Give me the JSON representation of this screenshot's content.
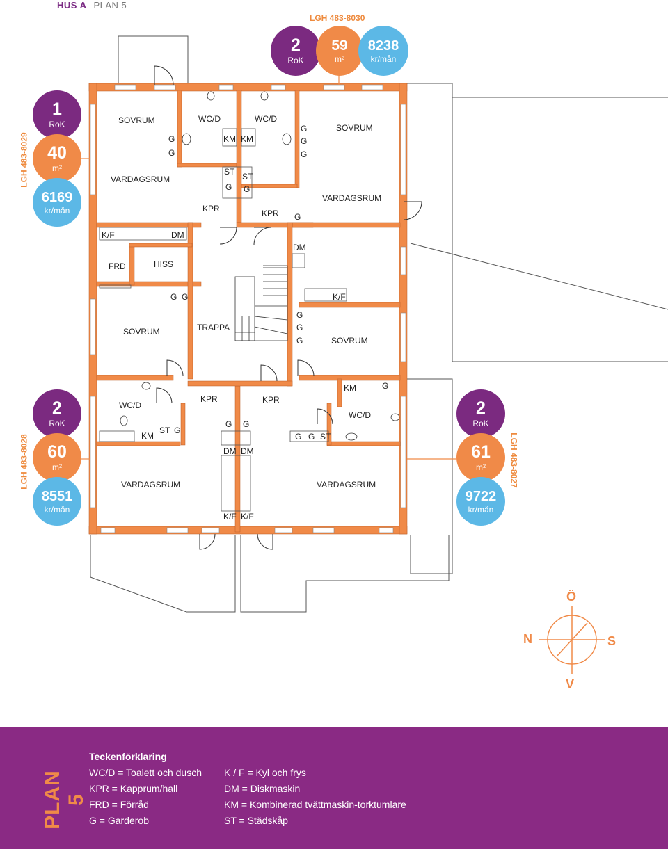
{
  "header": {
    "house": "HUS A",
    "plan": "PLAN 5"
  },
  "apartments": [
    {
      "id": "LGH 483-8030",
      "rooms": "2",
      "rok": "RoK",
      "area": "59",
      "area_unit": "m²",
      "rent": "8238",
      "rent_unit": "kr/mån"
    },
    {
      "id": "LGH 483-8029",
      "rooms": "1",
      "rok": "RoK",
      "area": "40",
      "area_unit": "m²",
      "rent": "6169",
      "rent_unit": "kr/mån"
    },
    {
      "id": "LGH 483-8028",
      "rooms": "2",
      "rok": "RoK",
      "area": "60",
      "area_unit": "m²",
      "rent": "8551",
      "rent_unit": "kr/mån"
    },
    {
      "id": "LGH 483-8027",
      "rooms": "2",
      "rok": "RoK",
      "area": "61",
      "area_unit": "m²",
      "rent": "9722",
      "rent_unit": "kr/mån"
    }
  ],
  "rooms": {
    "sovrum_tl": "SOVRUM",
    "vardagsrum_tl": "VARDAGSRUM",
    "wcd_1": "WC/D",
    "wcd_2": "WC/D",
    "sovrum_tr": "SOVRUM",
    "vardagsrum_tr": "VARDAGSRUM",
    "kpr_1": "KPR",
    "kpr_2": "KPR",
    "kf_1": "K/F",
    "dm_1": "DM",
    "frd": "FRD",
    "hiss": "HISS",
    "dm_2": "DM",
    "kf_2": "K/F",
    "sovrum_ml": "SOVRUM",
    "trappa": "TRAPPA",
    "sovrum_mr": "SOVRUM",
    "wcd_3": "WC/D",
    "kpr_3": "KPR",
    "kpr_4": "KPR",
    "wcd_4": "WC/D",
    "vardagsrum_bl": "VARDAGSRUM",
    "vardagsrum_br": "VARDAGSRUM",
    "km_1": "KM",
    "km_2": "KM",
    "km_3": "KM",
    "km_4": "KM",
    "st_1": "ST",
    "st_2": "ST",
    "st_3": "ST",
    "st_4": "ST",
    "dm_3": "DM",
    "dm_4": "DM",
    "kf_3": "K/F",
    "kf_4": "K/F",
    "g": "G"
  },
  "compass": {
    "north": "N",
    "south": "S",
    "east": "Ö",
    "west": "V"
  },
  "legend": {
    "side_title": "PLAN 5",
    "title": "Teckenförklaring",
    "items_left": [
      "WC/D = Toalett och dusch",
      "KPR = Kapprum/hall",
      "FRD = Förråd",
      "G = Garderob"
    ],
    "items_right": [
      "K / F = Kyl och frys",
      "DM = Diskmaskin",
      "KM = Kombinerad tvättmaskin-torktumlare",
      "ST = Städskåp"
    ]
  },
  "colors": {
    "wall": "#f08a48",
    "purple": "#7b2a80",
    "orange": "#f08a48",
    "blue": "#5cb8e6",
    "legend_bg": "#8a2a84"
  }
}
